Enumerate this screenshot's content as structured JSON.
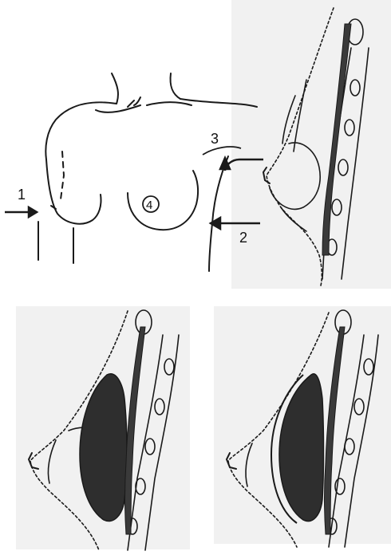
{
  "figure": {
    "incision_labels": {
      "label_1": "1",
      "label_2": "2",
      "label_3": "3",
      "label_4": "4"
    },
    "colors": {
      "line": "#1a1a1a",
      "panel_bg": "#f1f1f1",
      "implant_fill": "#2e2e2e",
      "muscle_fill": "#3a3a3a"
    }
  }
}
